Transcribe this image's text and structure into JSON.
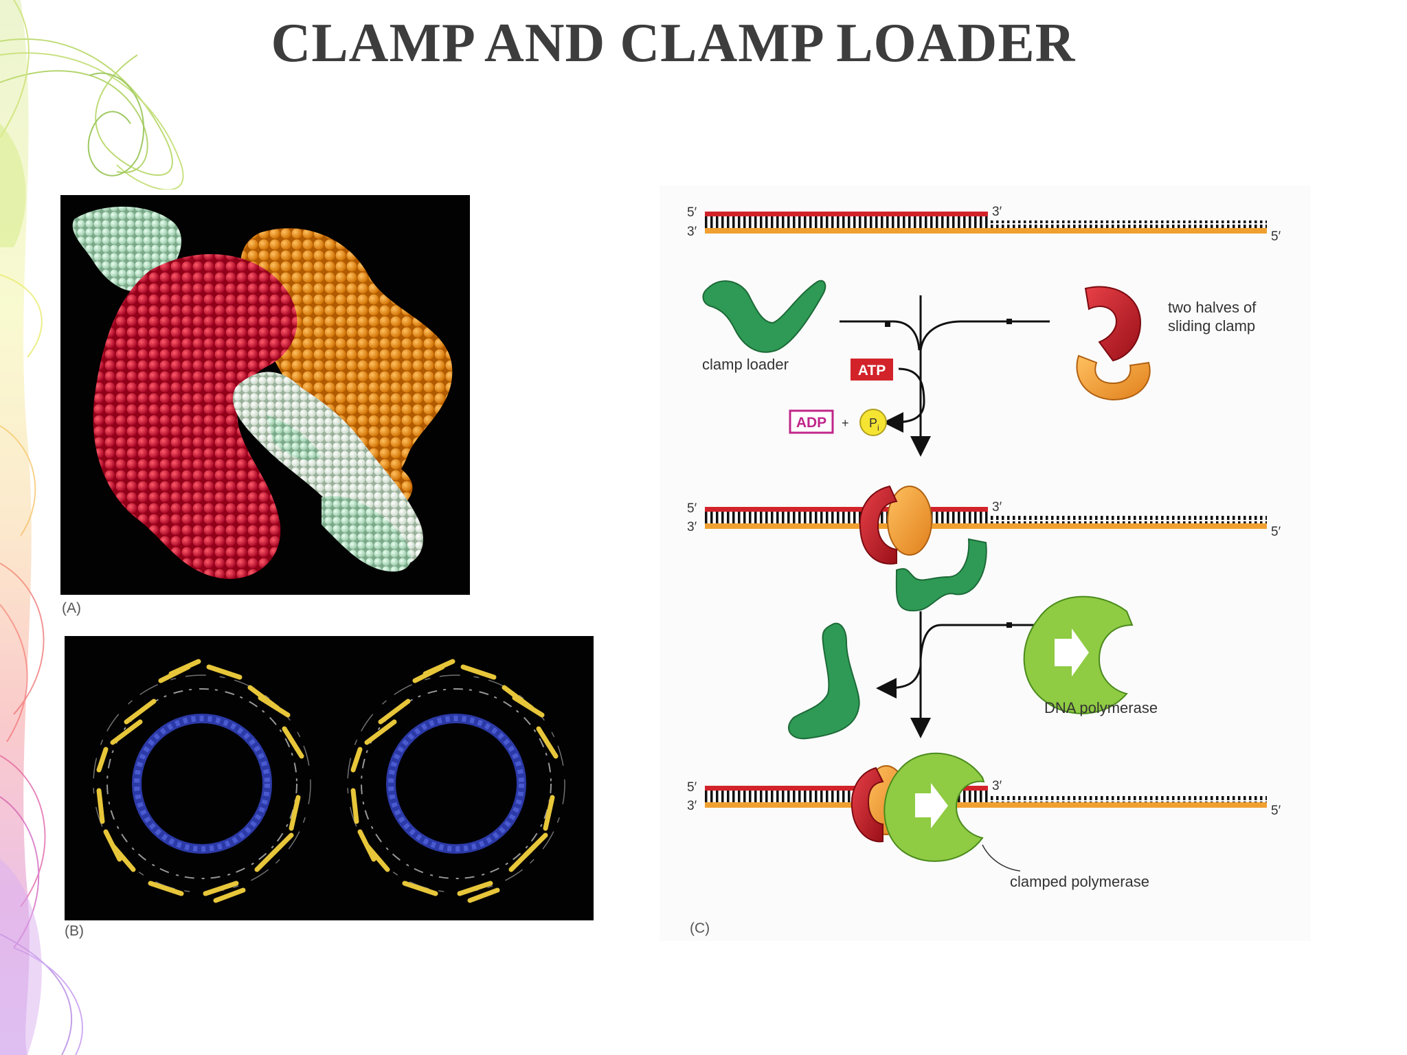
{
  "slide": {
    "title": "CLAMP AND CLAMP LOADER"
  },
  "panel_a": {
    "letter": "(A)"
  },
  "panel_b": {
    "letter": "(B)"
  },
  "panel_c": {
    "letter": "(C)",
    "prime_5": "5′",
    "prime_3": "3′",
    "clamp_loader_label": "clamp loader",
    "clamp_halves_label_line1": "two halves of",
    "clamp_halves_label_line2": "sliding clamp",
    "atp_label": "ATP",
    "adp_label": "ADP",
    "plus": "+",
    "pi_label": "P",
    "pi_subscript": "i",
    "polymerase_label": "DNA polymerase",
    "clamped_polymerase_label": "clamped polymerase"
  },
  "colors": {
    "title": "#3d3d3d",
    "primer_strand": "#d2232a",
    "template_strand": "#f0a030",
    "clamp_red": "#c8202a",
    "clamp_orange": "#f3a43c",
    "clamp_loader_green": "#2e9a55",
    "polymerase_green": "#8fcb43",
    "atp_box": "#d2232a",
    "adp_box": "#c0268a",
    "pi_circle": "#f5e431"
  }
}
